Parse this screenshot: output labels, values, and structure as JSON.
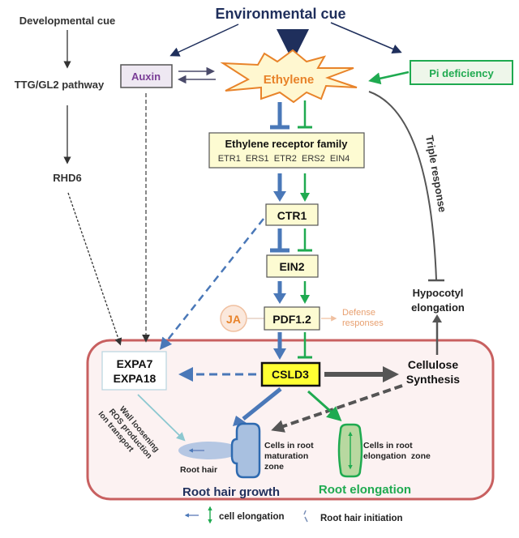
{
  "colors": {
    "navy": "#1f2f5c",
    "dark": "#2a2a2a",
    "blue": "#4a78b8",
    "green": "#1faa50",
    "orange": "#e8832a",
    "purple": "#7a3d96",
    "gray": "#555555",
    "red_border": "#c86060",
    "yellow_box": "#fdfbd2",
    "csld3_fill": "#ffff33",
    "panel_fill": "#fcf2f2"
  },
  "nodes": {
    "environmental_cue": "Environmental cue",
    "developmental_cue": "Developmental cue",
    "ttg_gl2": "TTG/GL2 pathway",
    "rhd6": "RHD6",
    "auxin": "Auxin",
    "ethylene": "Ethylene",
    "pi_deficiency": "Pi deficiency",
    "receptor_title": "Ethylene receptor family",
    "receptor_members": "ETR1  ERS1  ETR2  ERS2  EIN4",
    "ctr1": "CTR1",
    "ein2": "EIN2",
    "ja": "JA",
    "pdf12": "PDF1.2",
    "defense_line1": "Defense",
    "defense_line2": "responses",
    "triple_response": "Triple response",
    "hypocotyl_line1": "Hypocotyl",
    "hypocotyl_line2": "elongation",
    "expa7": "EXPA7",
    "expa18": "EXPA18",
    "csld3": "CSLD3",
    "cellulose_line1": "Cellulose",
    "cellulose_line2": "Synthesis",
    "wall_line1": "Wall loosening",
    "wall_line2": "ROS production",
    "wall_line3": "Ion transport",
    "root_hair": "Root hair",
    "maturation_line1": "Cells in root",
    "maturation_line2": "maturation",
    "maturation_line3": "zone",
    "elongation_line1": "Cells in root",
    "elongation_line2": "elongation  zone",
    "root_hair_growth": "Root hair growth",
    "root_elongation": "Root elongation"
  },
  "legend": {
    "cell_elongation": "cell elongation",
    "root_hair_initiation": "Root hair initiation"
  }
}
